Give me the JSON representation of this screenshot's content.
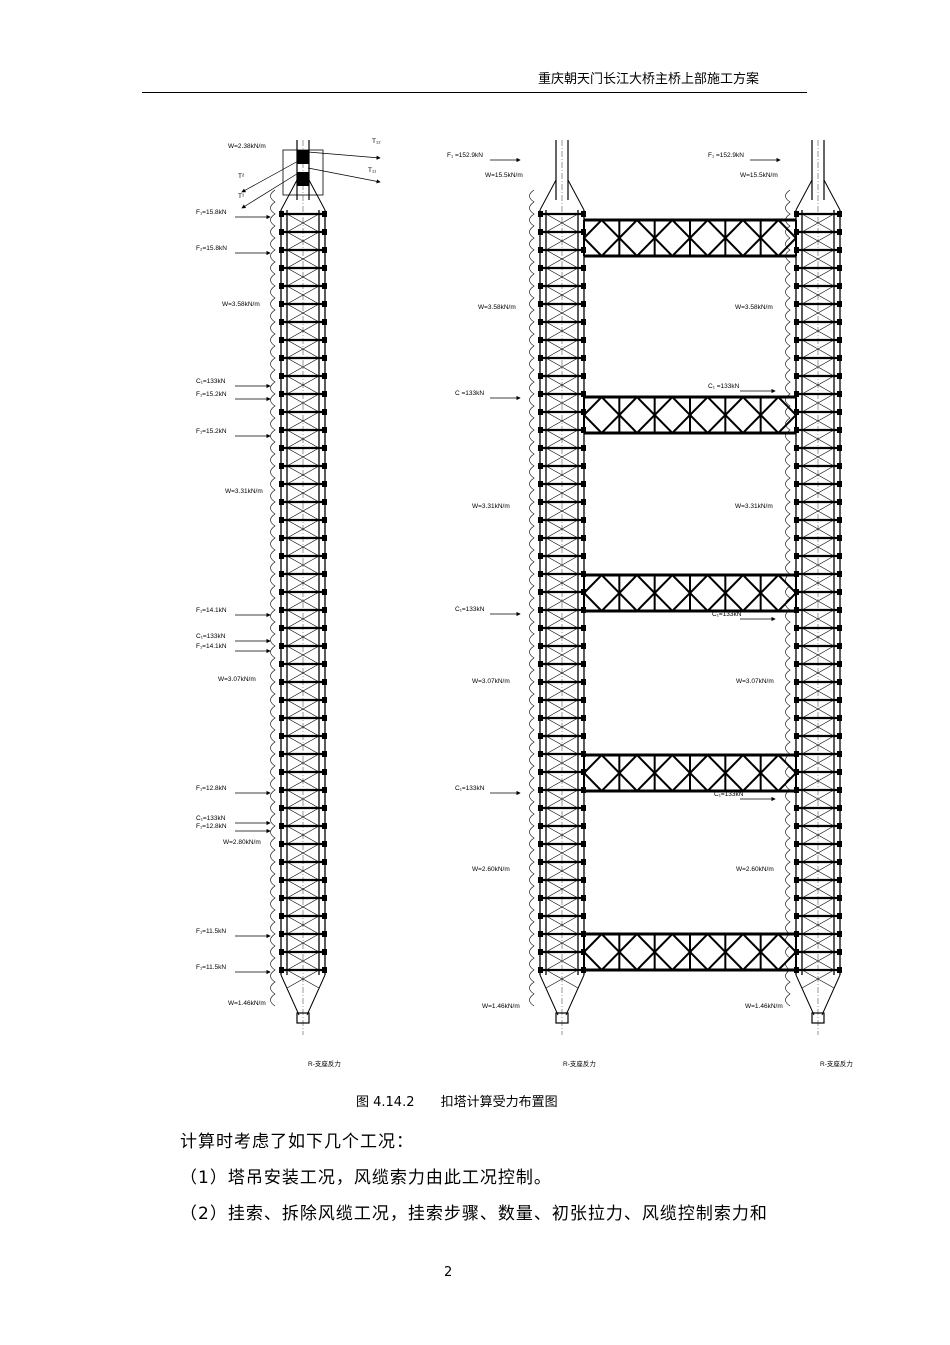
{
  "header": {
    "title": "重庆朝天门长江大桥主桥上部施工方案"
  },
  "figure": {
    "left_tower": {
      "labels": [
        "W=2.38kN/m",
        "T₁₂",
        "T₁₁",
        "T²",
        "T¹",
        "F₁=15.8kN",
        "F₂=15.8kN",
        "W=3.58kN/m",
        "C₁=133kN",
        "F₁=15.2kN",
        "F₁=15.2kN",
        "W=3.31kN/m",
        "F₁=14.1kN",
        "C₁=133kN",
        "F₁=14.1kN",
        "W=3.07kN/m",
        "F₁=12.8kN",
        "C₁=133kN",
        "F₁=12.8kN",
        "W=2.80kN/m",
        "F₁=11.5kN",
        "F₁=11.5kN",
        "W=1.46kN/m",
        "R-支座反力"
      ]
    },
    "right_towers": {
      "left_labels": [
        "F₁ =152.9kN",
        "W=15.5kN/m",
        "W=3.58kN/m",
        "C =133kN",
        "W=3.31kN/m",
        "C₁=133kN",
        "W=3.07kN/m",
        "C₁=133kN",
        "W=2.60kN/m",
        "W=1.46kN/m",
        "R-支座反力"
      ],
      "right_labels": [
        "F₁ =152.9kN",
        "W=15.5kN/m",
        "W=3.58kN/m",
        "C₁ =133kN",
        "W=3.31kN/m",
        "C₁=133kN",
        "W=3.07kN/m",
        "C₁=133kN",
        "W=2.60kN/m",
        "W=1.46kN/m",
        "R-支座反力"
      ]
    }
  },
  "caption": {
    "number": "图 4.14.2",
    "text": "扣塔计算受力布置图"
  },
  "body": {
    "intro": "计算时考虑了如下几个工况：",
    "item1": "（1）塔吊安装工况，风缆索力由此工况控制。",
    "item2": "（2）挂索、拆除风缆工况，挂索步骤、数量、初张拉力、风缆控制索力和"
  },
  "page": {
    "number": "2"
  }
}
